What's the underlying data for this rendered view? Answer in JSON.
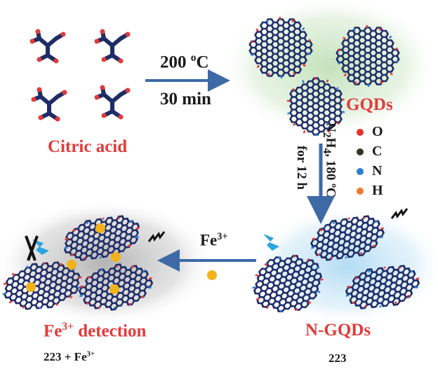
{
  "reaction_top": {
    "temperature_value": "200 ",
    "temperature_unit": "C",
    "time": "30 min"
  },
  "labels": {
    "citric_acid": "Citric acid",
    "gqds": "GQDs",
    "n_gqds": "N-GQDs",
    "fe_detection_base": "Fe",
    "fe_detection_sup": "3+",
    "fe_detection_rest": " detection"
  },
  "vertical_reaction": {
    "line1": "N",
    "line1_sub": "2",
    "line1_mid": "H",
    "line1_sub2": "4",
    "line1_rest": ", 180 ",
    "line1_unit": "C",
    "line2": "for 12 h"
  },
  "fe_arrow": {
    "base": "Fe",
    "sup": "3+"
  },
  "legend": [
    {
      "symbol": "O",
      "color": "#e8312f"
    },
    {
      "symbol": "C",
      "color": "#3c3224"
    },
    {
      "symbol": "N",
      "color": "#2b7fd0"
    },
    {
      "symbol": "H",
      "color": "#ec7a2b"
    }
  ],
  "captions": {
    "left_base": "223 + Fe",
    "left_sup": "3+",
    "right": "223"
  },
  "colors": {
    "sheet": "#1f2c66",
    "edge_o": "#e23a3a",
    "fe_dot": "#f2b21a",
    "arrow": "#3d6aa6",
    "glow_green": "#cfe8c8",
    "glow_blue": "#c4e4f6",
    "flash": "#2aa4e0"
  }
}
